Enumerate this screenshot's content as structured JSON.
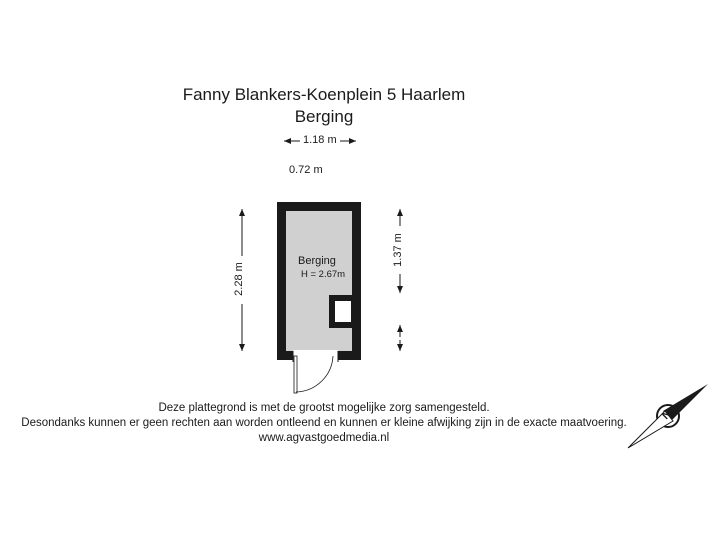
{
  "header": {
    "address": "Fanny Blankers-Koenplein 5 Haarlem",
    "floor_name": "Berging"
  },
  "dimensions": {
    "top_width": "1.18 m",
    "inner_width": "0.72 m",
    "left_height": "2.28 m",
    "right_height": "1.37 m"
  },
  "room": {
    "name": "Berging",
    "height": "H = 2.67m"
  },
  "disclaimer": {
    "line1": "Deze plattegrond is met de grootst mogelijke zorg samengesteld.",
    "line2": "Desondanks kunnen er geen rechten aan worden ontleend en kunnen er kleine afwijking zijn in de exacte maatvoering.",
    "website": "www.agvastgoedmedia.nl"
  },
  "compass": {
    "label": "N",
    "icon": "compass-north-icon"
  },
  "colors": {
    "wall": "#1a1a1a",
    "floor": "#d0d0d0",
    "text": "#1a1a1a"
  }
}
